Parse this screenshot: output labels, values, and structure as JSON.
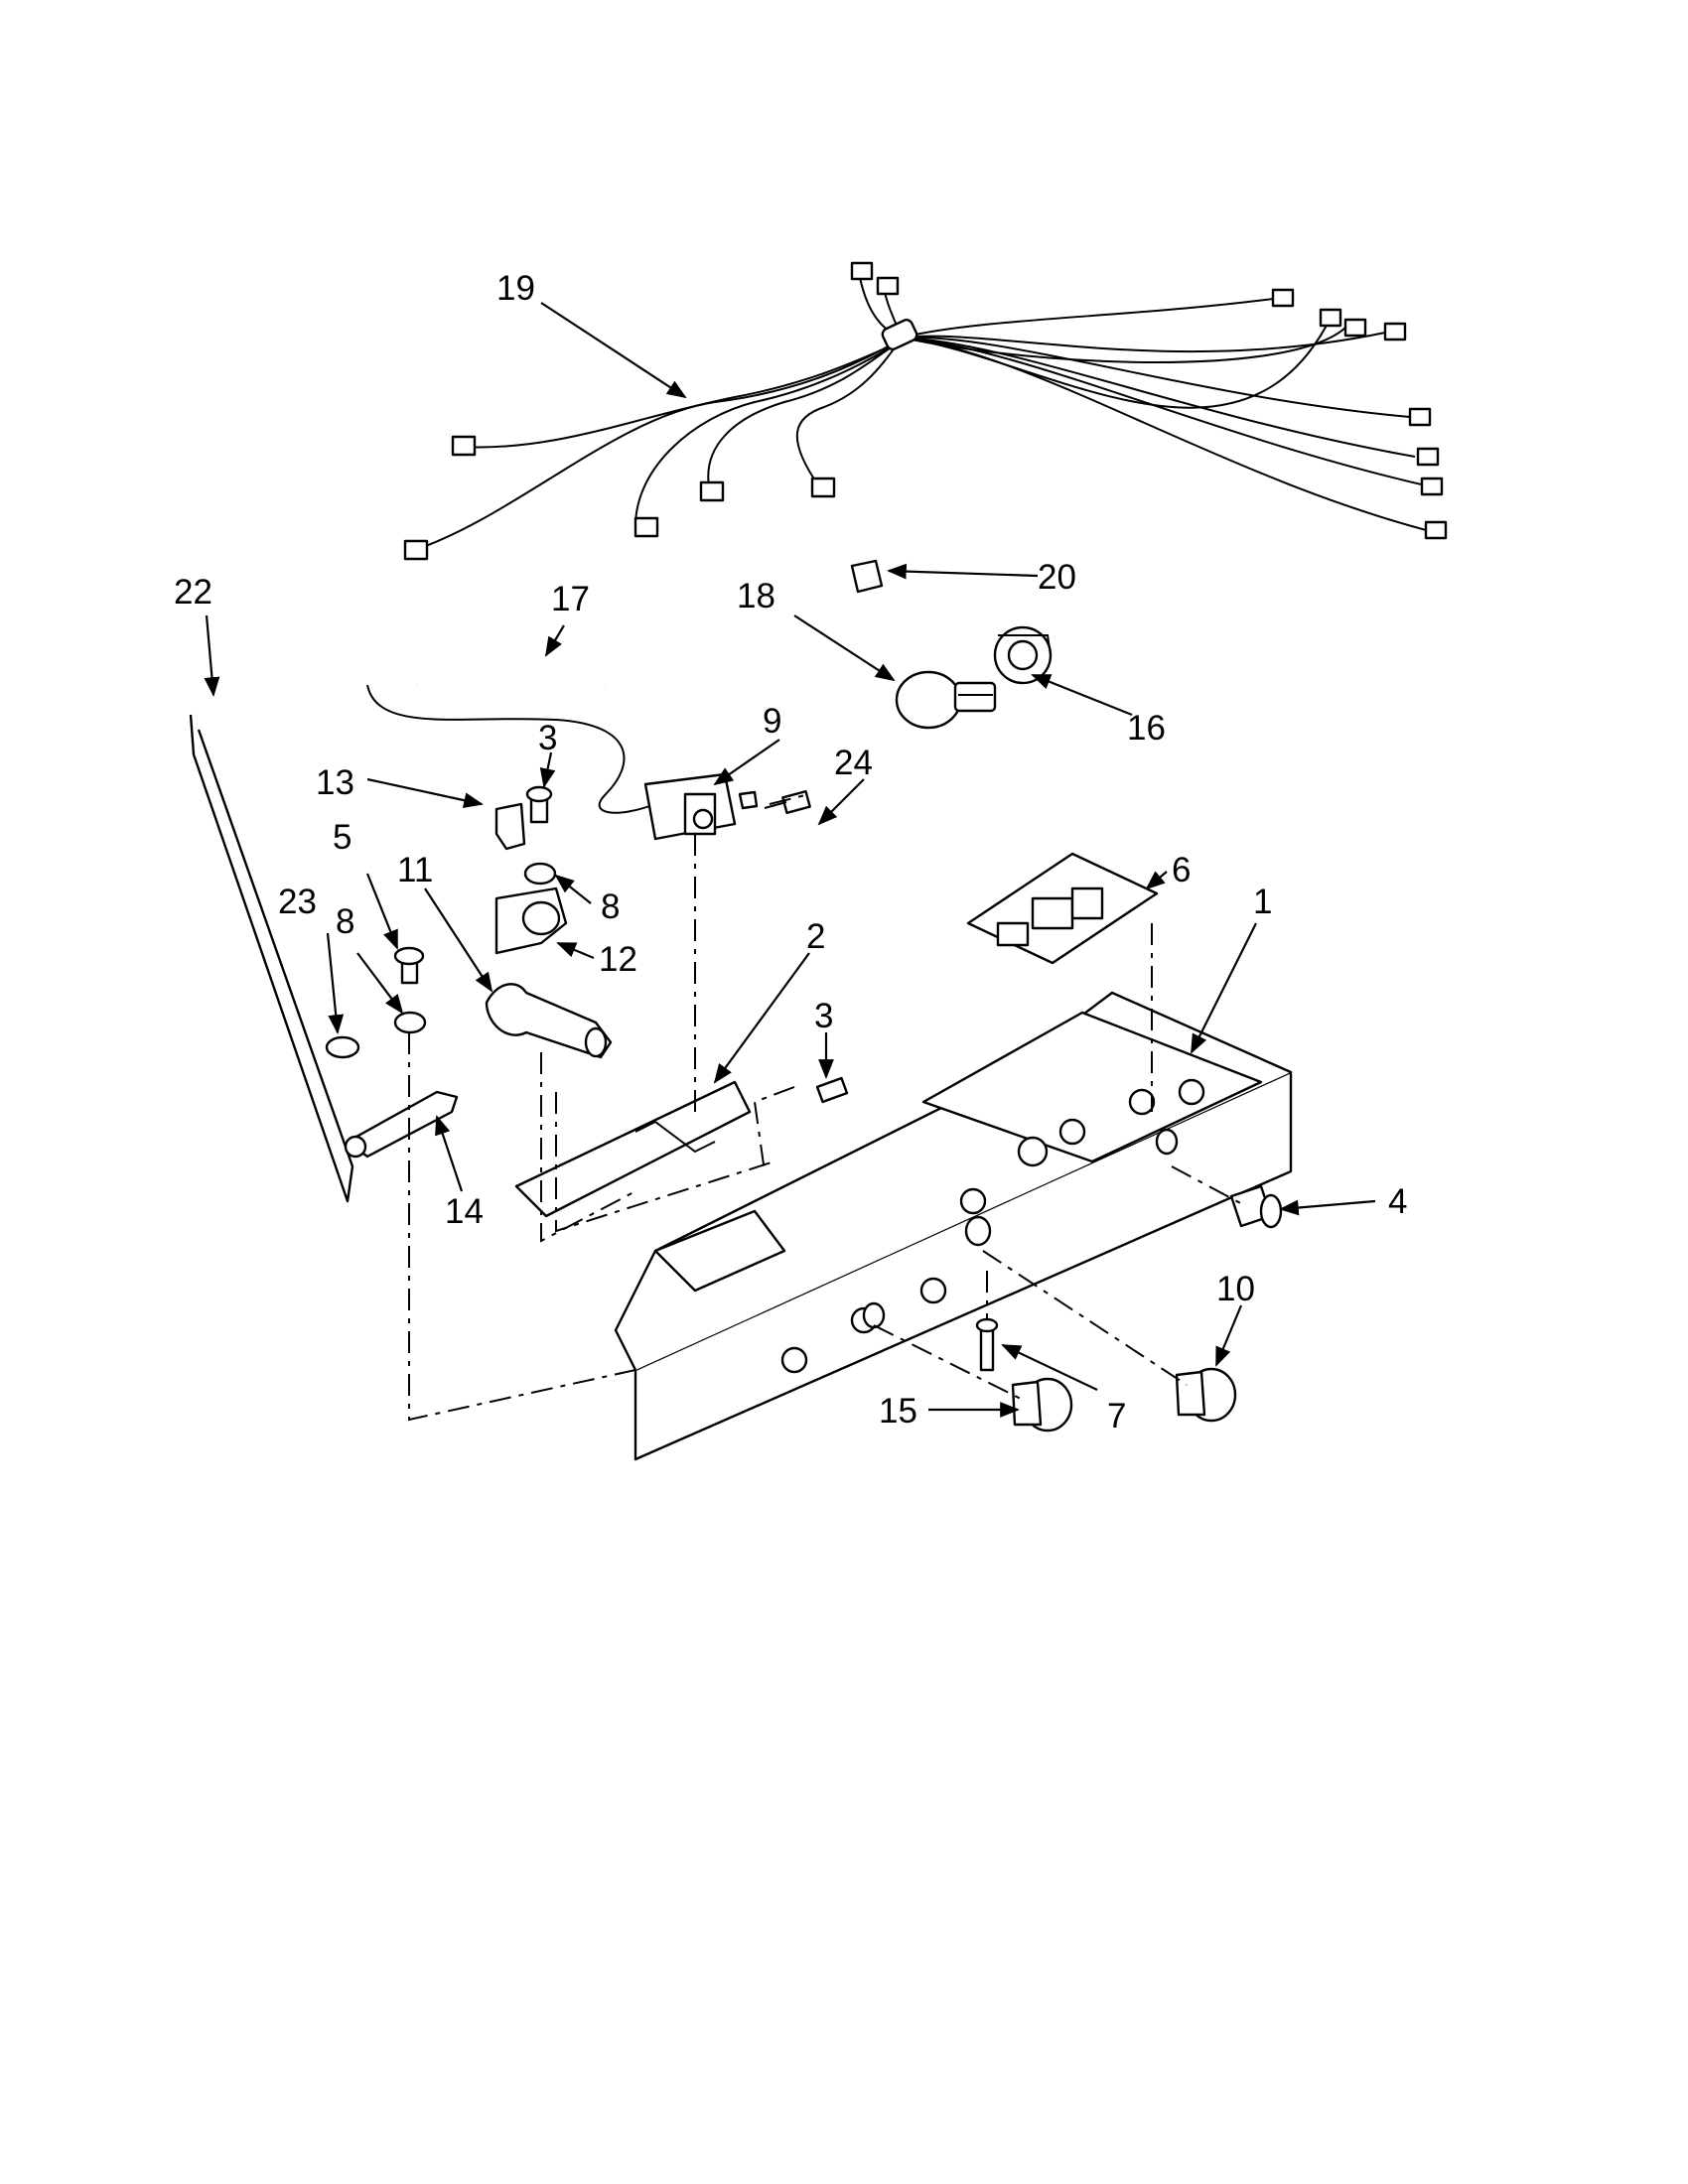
{
  "callouts": [
    {
      "id": "1",
      "label": "1"
    },
    {
      "id": "2",
      "label": "2"
    },
    {
      "id": "3a",
      "label": "3"
    },
    {
      "id": "3b",
      "label": "3"
    },
    {
      "id": "4",
      "label": "4"
    },
    {
      "id": "5",
      "label": "5"
    },
    {
      "id": "6",
      "label": "6"
    },
    {
      "id": "7",
      "label": "7"
    },
    {
      "id": "8a",
      "label": "8"
    },
    {
      "id": "8b",
      "label": "8"
    },
    {
      "id": "9",
      "label": "9"
    },
    {
      "id": "10",
      "label": "10"
    },
    {
      "id": "11",
      "label": "11"
    },
    {
      "id": "12",
      "label": "12"
    },
    {
      "id": "13",
      "label": "13"
    },
    {
      "id": "14",
      "label": "14"
    },
    {
      "id": "15",
      "label": "15"
    },
    {
      "id": "16",
      "label": "16"
    },
    {
      "id": "17",
      "label": "17"
    },
    {
      "id": "18",
      "label": "18"
    },
    {
      "id": "19",
      "label": "19"
    },
    {
      "id": "20",
      "label": "20"
    },
    {
      "id": "22",
      "label": "22"
    },
    {
      "id": "23",
      "label": "23"
    },
    {
      "id": "24",
      "label": "24"
    }
  ]
}
